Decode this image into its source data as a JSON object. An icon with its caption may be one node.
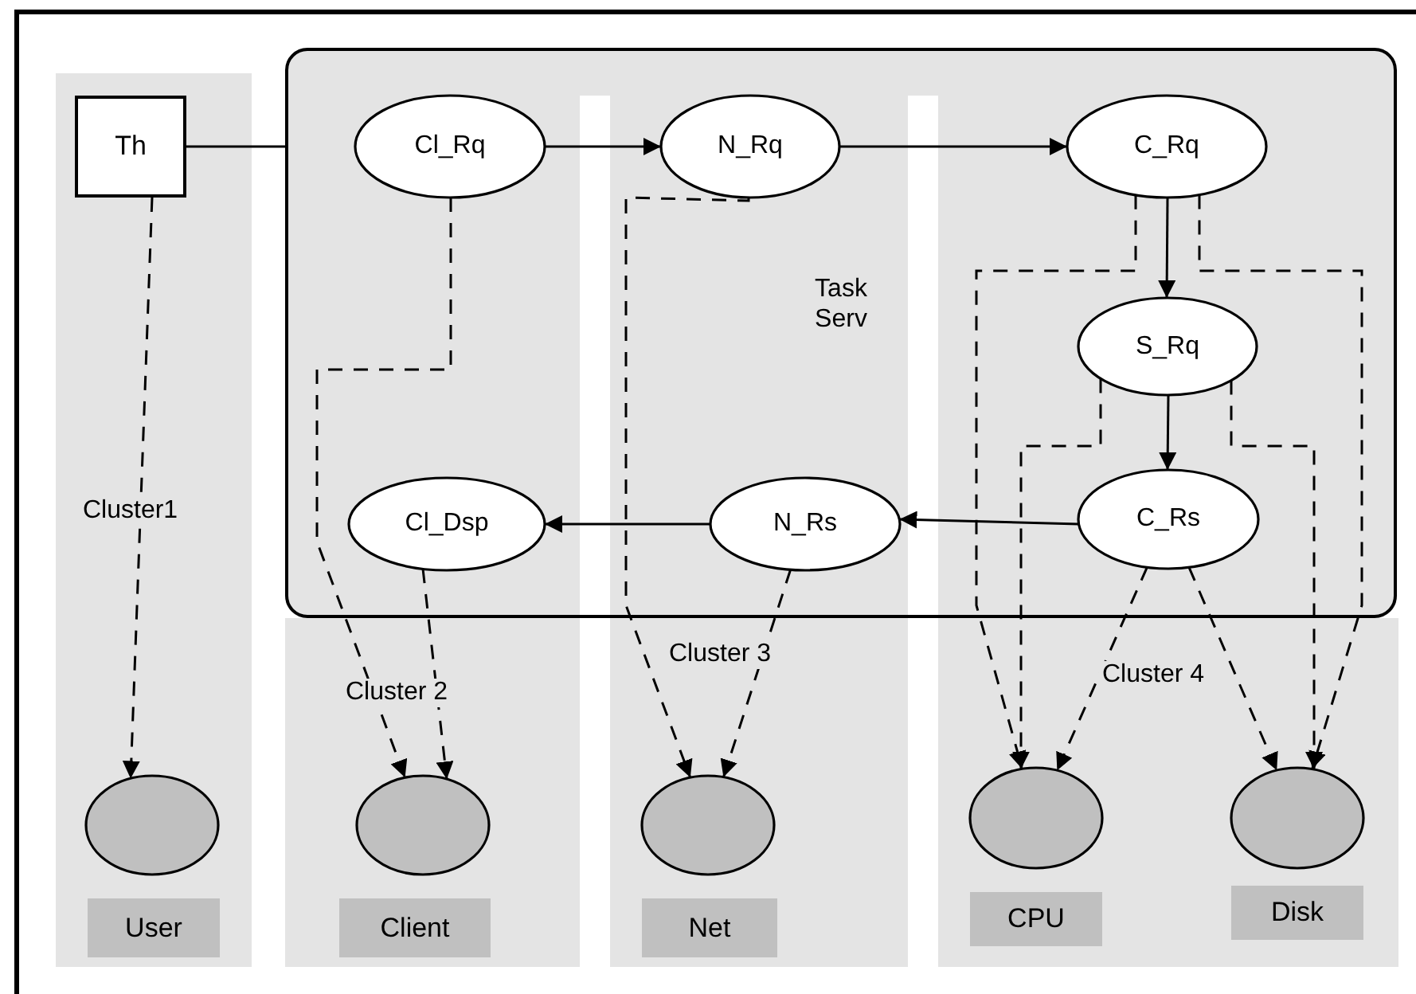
{
  "diagram": {
    "nodes": [
      {
        "text": [
          "Cluster1"
        ]
      },
      {
        "text": [
          "Cluster 2"
        ]
      },
      {
        "text": [
          "Cluster 3"
        ]
      },
      {
        "text": [
          "Cluster 4"
        ]
      },
      {
        "text": [
          "Task Serv"
        ]
      },
      {
        "text": [
          "Th"
        ],
        "in": 0
      },
      {
        "text": [
          "Cl_Rq"
        ],
        "in": 4
      },
      {
        "text": [
          "N_Rq"
        ],
        "in": 4
      },
      {
        "text": [
          "C_Rq"
        ],
        "in": 4
      },
      {
        "text": [
          "S_Rq"
        ],
        "in": 4
      },
      {
        "text": [
          "Cl_Dsp"
        ],
        "in": 4
      },
      {
        "text": [
          "N_Rs"
        ],
        "in": 4
      },
      {
        "text": [
          "C_Rs"
        ],
        "in": 4
      },
      {
        "text": [],
        "shape": "circle",
        "in": 0
      },
      {
        "text": [],
        "shape": "circle",
        "in": 1
      },
      {
        "text": [],
        "shape": "circle",
        "in": 2
      },
      {
        "text": [],
        "shape": "circle",
        "in": 3
      },
      {
        "text": [],
        "shape": "circle",
        "in": 3
      },
      {
        "text": [
          "User"
        ],
        "in": 0
      },
      {
        "text": [
          "Client"
        ],
        "in": 1
      },
      {
        "text": [
          "Net"
        ],
        "in": 2
      },
      {
        "text": [
          "CPU"
        ],
        "in": 3
      },
      {
        "text": [
          "Disk"
        ],
        "in": 3
      }
    ],
    "edges": [
      {
        "from": 5,
        "to": 4,
        "arrow": "none"
      },
      {
        "from": 6,
        "to": 7,
        "arrow": "to"
      },
      {
        "from": 7,
        "to": 8,
        "arrow": "to"
      },
      {
        "from": 8,
        "to": 9,
        "arrow": "to"
      },
      {
        "from": 9,
        "to": 12,
        "arrow": "to"
      },
      {
        "from": 12,
        "to": 11,
        "arrow": "to"
      },
      {
        "from": 11,
        "to": 10,
        "arrow": "to"
      },
      {
        "from": 5,
        "to": 13,
        "arrow": "to",
        "style": "dashed"
      },
      {
        "from": 6,
        "to": 14,
        "arrow": "to",
        "style": "dashed"
      },
      {
        "from": 10,
        "to": 14,
        "arrow": "to",
        "style": "dashed"
      },
      {
        "from": 7,
        "to": 15,
        "arrow": "to",
        "style": "dashed"
      },
      {
        "from": 11,
        "to": 15,
        "arrow": "to",
        "style": "dashed"
      },
      {
        "from": 8,
        "to": 16,
        "arrow": "to",
        "style": "dashed"
      },
      {
        "from": 9,
        "to": 16,
        "arrow": "to",
        "style": "dashed"
      },
      {
        "from": 12,
        "to": 16,
        "arrow": "to",
        "style": "dashed"
      },
      {
        "from": 8,
        "to": 17,
        "arrow": "to",
        "style": "dashed"
      },
      {
        "from": 9,
        "to": 17,
        "arrow": "to",
        "style": "dashed"
      },
      {
        "from": 12,
        "to": 17,
        "arrow": "to",
        "style": "dashed"
      }
    ]
  }
}
